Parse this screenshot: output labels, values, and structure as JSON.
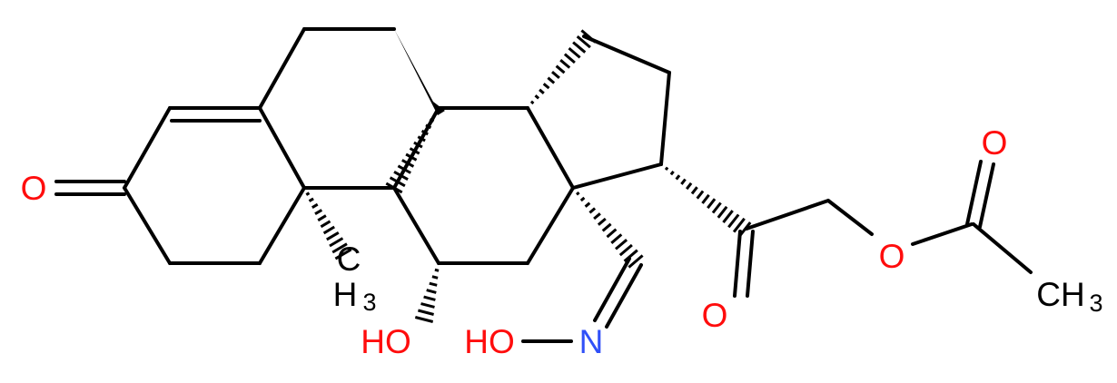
{
  "molecule": {
    "labels": {
      "ketone_o": "O",
      "methyl_c": "C",
      "methyl_h": "H",
      "methyl_sub": "3",
      "hydroxyl": "HO",
      "oxime_ho": "HO",
      "oxime_n": "N",
      "side_ketone_o": "O",
      "ester_o": "O",
      "acetyl_o": "O",
      "acetyl_ch": "CH",
      "acetyl_sub": "3"
    },
    "colors": {
      "oxygen": "#ff0d0d",
      "nitrogen": "#3050f8",
      "carbon": "#000000",
      "background": "#ffffff"
    }
  }
}
